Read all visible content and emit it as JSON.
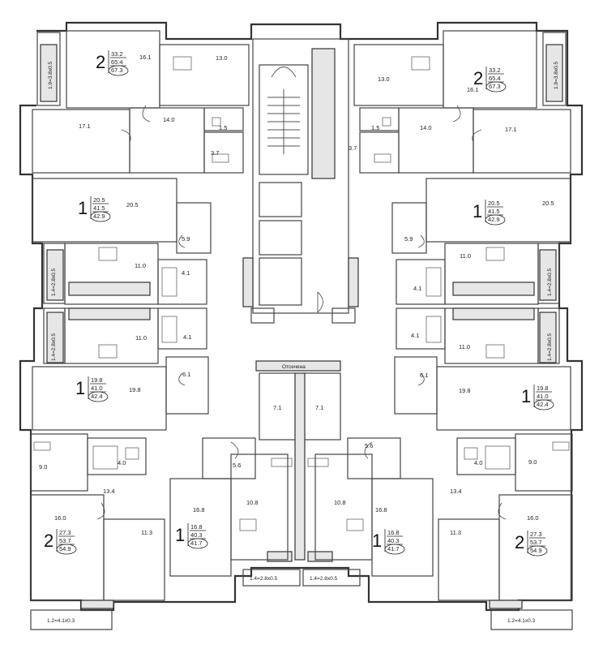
{
  "areas": {
    "r_16_1_tl": "16.1",
    "r_13_0_tl": "13.0",
    "r_17_1_l": "17.1",
    "r_14_0_l": "14.0",
    "r_1_5_l": "1.5",
    "r_3_7_l": "3.7",
    "r_13_0_tr": "13.0",
    "r_16_1_tr": "16.1",
    "r_17_1_r": "17.1",
    "r_14_0_r": "14.0",
    "r_1_5_r": "1.5",
    "r_3_7_r": "3.7",
    "r_20_5_l": "20.5",
    "r_5_9_l": "5.9",
    "r_11_0_l1": "11.0",
    "r_4_1_l1": "4.1",
    "r_11_0_l2": "11.0",
    "r_4_1_l2": "4.1",
    "r_6_1_l": "6.1",
    "r_19_8_l": "19.8",
    "r_20_5_r": "20.5",
    "r_5_9_r": "5.9",
    "r_11_0_r1": "11.0",
    "r_4_1_r1": "4.1",
    "r_11_0_r2": "11.0",
    "r_4_1_r2": "4.1",
    "r_6_1_r": "6.1",
    "r_19_8_r": "19.8",
    "r_7_1_l": "7.1",
    "r_7_1_r": "7.1",
    "r_9_0_l": "9.0",
    "r_4_0_l": "4.0",
    "r_13_4_l": "13.4",
    "r_16_0_l": "16.0",
    "r_11_3_l": "11.3",
    "r_5_6_l": "5.6",
    "r_16_8_l": "16.8",
    "r_10_8_l": "10.8",
    "r_5_6_r": "5.6",
    "r_16_8_r": "16.8",
    "r_10_8_r": "10.8",
    "r_9_0_r": "9.0",
    "r_4_0_r": "4.0",
    "r_13_4_r": "13.4",
    "r_16_0_r": "16.0",
    "r_11_3_r": "11.3"
  },
  "balconies": {
    "tl": "1.9=3.8x0.5",
    "tr": "1.9=3.8x0.5",
    "ml1": "1.4=2.8x0.5",
    "ml2": "1.4=2.8x0.5",
    "mr1": "1.4=2.8x0.5",
    "mr2": "1.4=2.8x0.5",
    "bc_l": "1.4=2.8x0.5",
    "bc_r": "1.4=2.8x0.5",
    "bl": "1.2=4.1x0.3",
    "br": "1.2=4.1x0.3"
  },
  "apartments": [
    {
      "id": "tl",
      "rooms": "2",
      "living": "33.2",
      "total": "65.4",
      "full": "67.3"
    },
    {
      "id": "tr",
      "rooms": "2",
      "living": "33.2",
      "total": "65.4",
      "full": "67.3"
    },
    {
      "id": "ml",
      "rooms": "1",
      "living": "20.5",
      "total": "41.5",
      "full": "42.9"
    },
    {
      "id": "mr",
      "rooms": "1",
      "living": "20.5",
      "total": "41.5",
      "full": "42.9"
    },
    {
      "id": "ml2",
      "rooms": "1",
      "living": "19.8",
      "total": "41.0",
      "full": "42.4"
    },
    {
      "id": "mr2",
      "rooms": "1",
      "living": "19.8",
      "total": "41.0",
      "full": "42.4"
    },
    {
      "id": "bl",
      "rooms": "2",
      "living": "27.3",
      "total": "53.7",
      "full": "54.9"
    },
    {
      "id": "bcl",
      "rooms": "1",
      "living": "16.8",
      "total": "40.3",
      "full": "41.7"
    },
    {
      "id": "bcr",
      "rooms": "1",
      "living": "16.8",
      "total": "40.3",
      "full": "41.7"
    },
    {
      "id": "br",
      "rooms": "2",
      "living": "27.3",
      "total": "53.7",
      "full": "54.9"
    }
  ],
  "shaft_label": "Отсечена"
}
